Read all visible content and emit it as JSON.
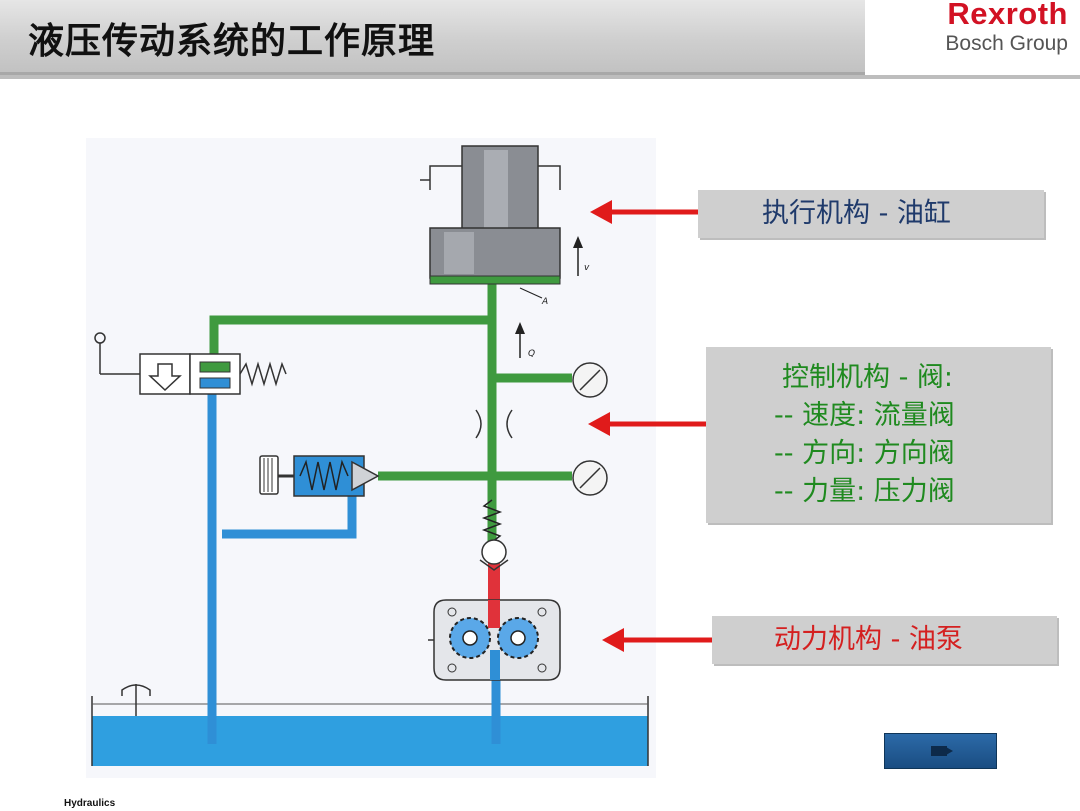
{
  "header": {
    "title": "液压传动系统的工作原理",
    "logo_brand": "Rexroth",
    "logo_sub": "Bosch Group"
  },
  "diagram": {
    "marks": {
      "v": "v",
      "A": "A",
      "Q": "Q"
    },
    "colors": {
      "pressure_line": "#3f9a3f",
      "suction_line": "#e0323a",
      "return_line": "#2f8fd6",
      "tank_oil": "#2f9fe0",
      "cylinder": "#8a8d93",
      "arrow": "#e01b1b"
    }
  },
  "labels": {
    "actuator": "执行机构 - 油缸",
    "control": [
      "控制机构 - 阀:",
      "-- 速度: 流量阀",
      "-- 方向: 方向阀",
      "-- 力量:  压力阀"
    ],
    "power": "动力机构 - 油泵"
  },
  "nav": {
    "icon": "film-icon"
  },
  "footer": {
    "text": "Hydraulics"
  }
}
